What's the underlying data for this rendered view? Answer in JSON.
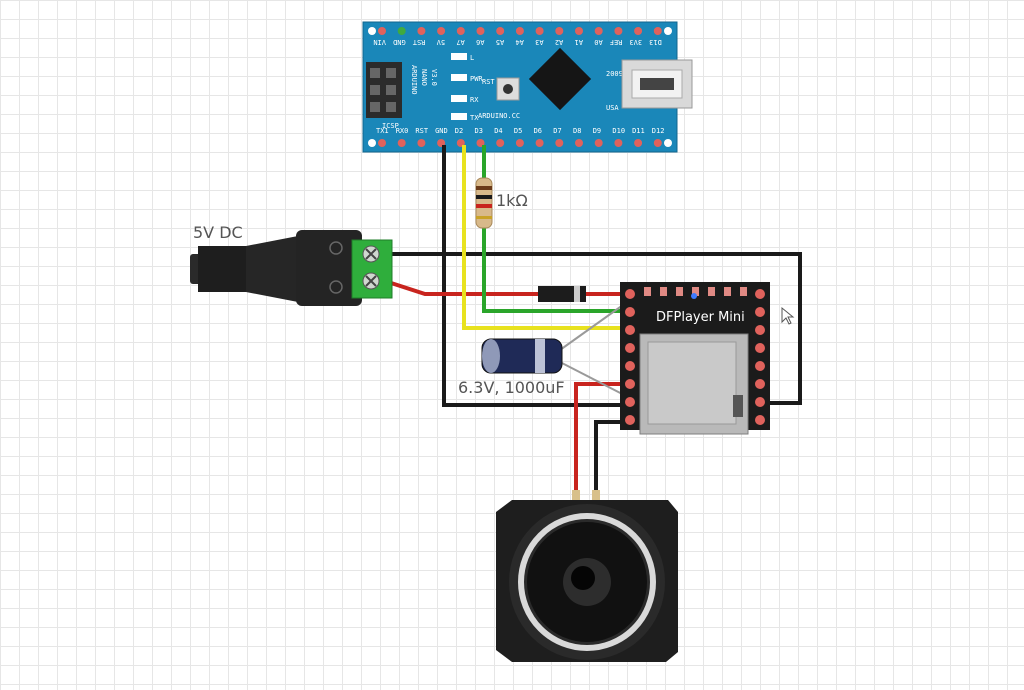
{
  "labels": {
    "power_jack": "5V DC",
    "resistor": "1kΩ",
    "capacitor": "6.3V, 1000uF",
    "dfplayer": "DFPlayer Mini"
  },
  "arduino": {
    "line1": "ARDUINO",
    "line2": "NANO",
    "line3": "V3.0",
    "cc": "ARDUINO.CC",
    "year": "2009",
    "country": "USA",
    "icsp": "ICSP",
    "rst": "RST",
    "led_l": "L",
    "led_pwr": "PWR",
    "led_rx": "RX",
    "led_tx": "TX",
    "top_pins": [
      "VIN",
      "GND",
      "RST",
      "5V",
      "A7",
      "A6",
      "A5",
      "A4",
      "A3",
      "A2",
      "A1",
      "A0",
      "REF",
      "3V3",
      "D13"
    ],
    "bottom_pins": [
      "TX1",
      "RX0",
      "RST",
      "GND",
      "D2",
      "D3",
      "D4",
      "D5",
      "D6",
      "D7",
      "D8",
      "D9",
      "D10",
      "D11",
      "D12"
    ]
  },
  "colors": {
    "board_blue": "#1a87b9",
    "wire_black": "#1a1a1a",
    "wire_red": "#c8241e",
    "wire_green": "#2aa52a",
    "wire_yellow": "#e8e21e",
    "wire_gray": "#9a9a9a",
    "terminal_green": "#2fae3c"
  }
}
